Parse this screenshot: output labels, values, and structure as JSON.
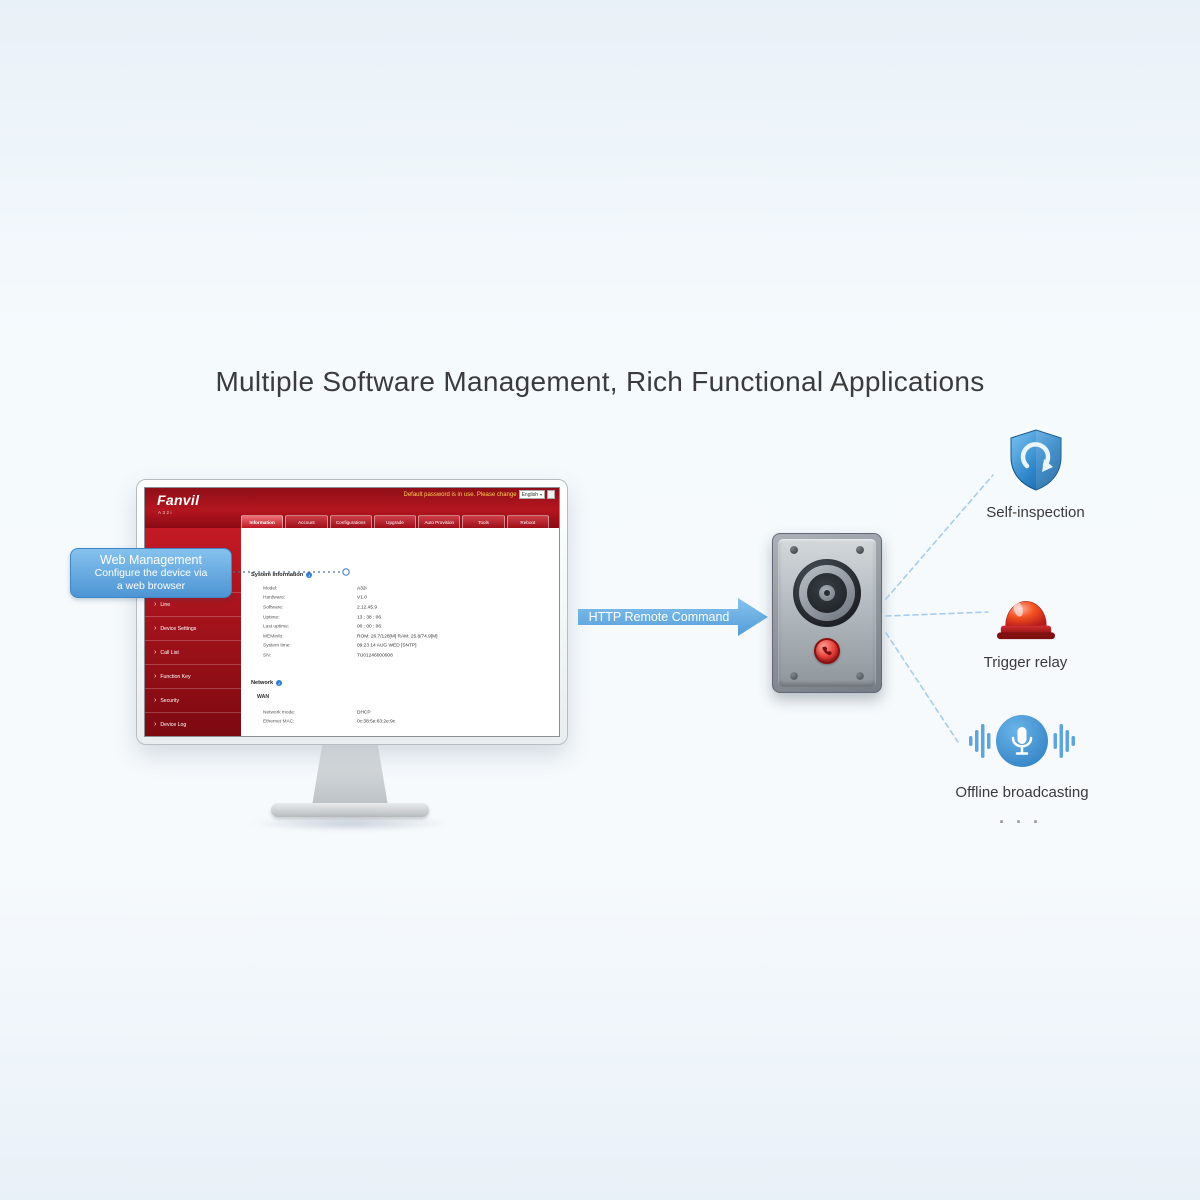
{
  "title": "Multiple Software Management, Rich Functional Applications",
  "callout": {
    "title": "Web Management",
    "line1": "Configure the device via",
    "line2": "a web browser"
  },
  "arrow_label": "HTTP Remote Command",
  "web_ui": {
    "logo": "Fanvil",
    "model_label": "A32i",
    "warning": "Default password is in use. Please change",
    "language": "English",
    "caret": "▾",
    "info_icon": "i",
    "sidebar_chevron": "›",
    "tabs": [
      "Information",
      "Account",
      "Configurations",
      "Upgrade",
      "Auto Provision",
      "Tools",
      "Reboot"
    ],
    "sidebar": [
      "Line",
      "Device Settings",
      "Call List",
      "Function Key",
      "Security",
      "Device Log"
    ],
    "system_section_title": "System Information",
    "system_info": [
      {
        "label": "Model:",
        "value": "A32i"
      },
      {
        "label": "Hardware:",
        "value": "V1.0"
      },
      {
        "label": "Software:",
        "value": "2.12.45.9"
      },
      {
        "label": "Uptime:",
        "value": "13 : 38 : 06"
      },
      {
        "label": "Last uptime:",
        "value": "00 : 00 : 06"
      },
      {
        "label": "MEMInfo:",
        "value": "ROM: 26.7/128[M]  RAM: 25.8/74.9[M]"
      },
      {
        "label": "System time:",
        "value": "09:23 14 AUG WED [SNTP]"
      },
      {
        "label": "SN:",
        "value": "TU01246000008"
      }
    ],
    "network_section_title": "Network",
    "network_subsection": "WAN",
    "network_info": [
      {
        "label": "Network mode:",
        "value": "DHCP"
      },
      {
        "label": "Ethernet MAC:",
        "value": "0c:38:5e:63:2e:9c"
      }
    ]
  },
  "features": [
    {
      "label": "Self-inspection"
    },
    {
      "label": "Trigger relay"
    },
    {
      "label": "Offline broadcasting"
    }
  ],
  "dots": "· · ·"
}
